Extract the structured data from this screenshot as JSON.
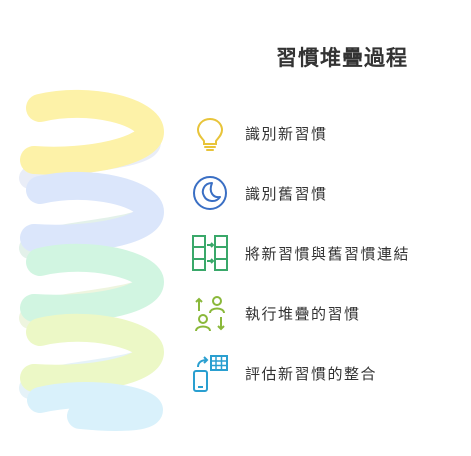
{
  "title": "習慣堆疊過程",
  "colors": {
    "coil": [
      "#fdf2a8",
      "#dbe6fb",
      "#d1f5e1",
      "#ecf8c6",
      "#d9f1fb"
    ],
    "icon_1": "#e8c43a",
    "icon_2": "#3a6fc4",
    "icon_3": "#3aa86a",
    "icon_4": "#8ab83a",
    "icon_5": "#2a9fd0",
    "text": "#333333"
  },
  "steps": [
    {
      "label": "識別新習慣",
      "icon": "lightbulb-icon"
    },
    {
      "label": "識別舊習慣",
      "icon": "moon-icon"
    },
    {
      "label": "將新習慣與舊習慣連結",
      "icon": "link-arrows-icon"
    },
    {
      "label": "執行堆疊的習慣",
      "icon": "people-exchange-icon"
    },
    {
      "label": "評估新習慣的整合",
      "icon": "phone-grid-icon"
    }
  ]
}
